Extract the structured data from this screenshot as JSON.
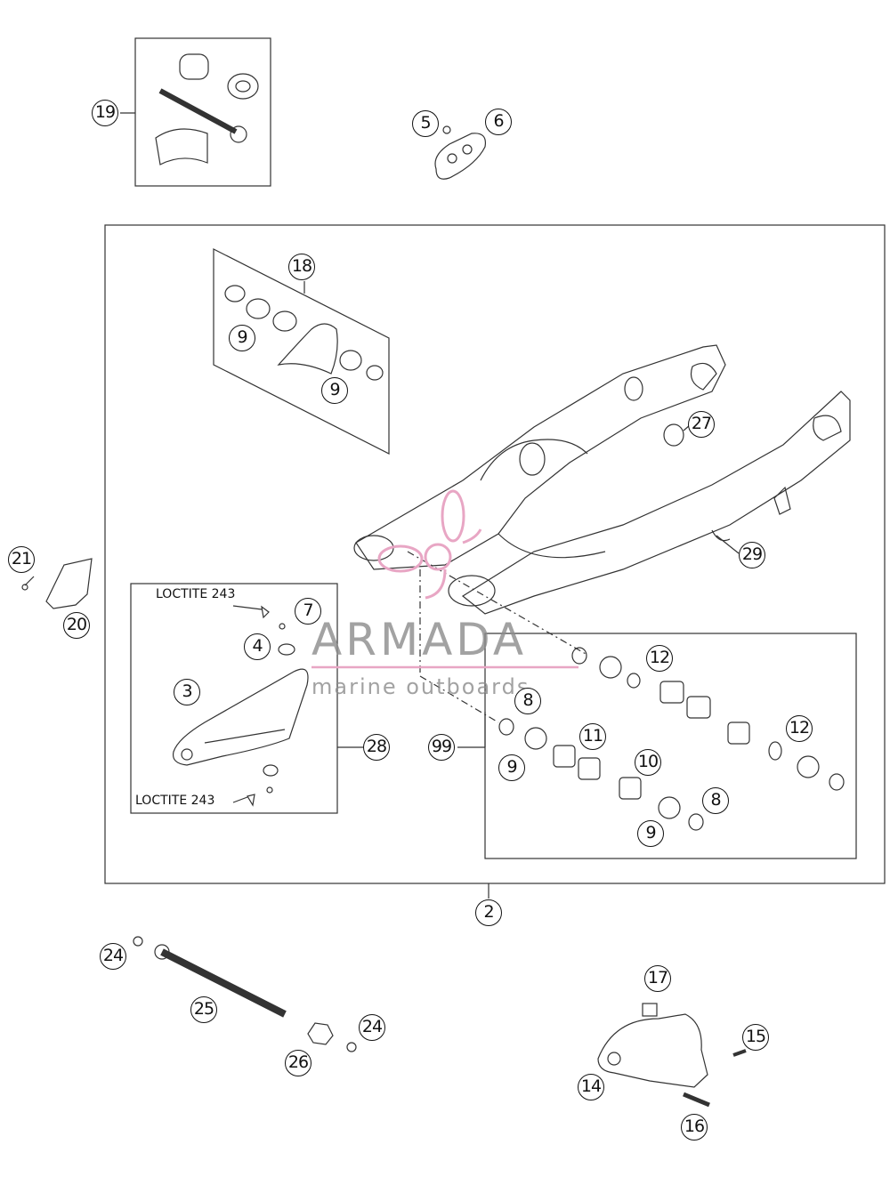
{
  "callouts": [
    "19",
    "5",
    "6",
    "18",
    "9",
    "9",
    "27",
    "29",
    "21",
    "20",
    "7",
    "4",
    "3",
    "28",
    "12",
    "8",
    "99",
    "11",
    "9",
    "10",
    "12",
    "8",
    "9",
    "2",
    "24",
    "25",
    "26",
    "24",
    "17",
    "15",
    "14",
    "16"
  ],
  "notes": {
    "loctite_upper": "LOCTITE 243",
    "loctite_lower": "LOCTITE 243"
  },
  "watermark": {
    "title": "ARMADA",
    "subtitle": "marine outboards",
    "logo_color": "#e8a6c4"
  },
  "colors": {
    "line": "#222222",
    "fill": "#ffffff"
  }
}
